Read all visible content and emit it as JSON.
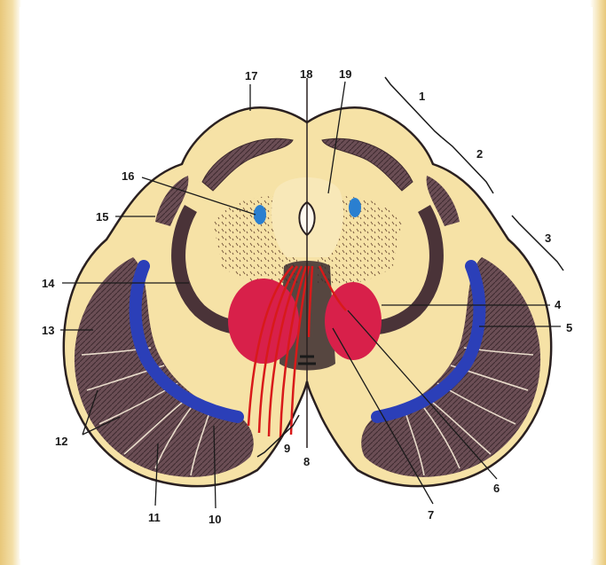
{
  "diagram": {
    "labels": [
      "1",
      "2",
      "3",
      "4",
      "5",
      "6",
      "7",
      "8",
      "9",
      "10",
      "11",
      "12",
      "13",
      "14",
      "15",
      "16",
      "17",
      "18",
      "19"
    ],
    "colors": {
      "background": "#f2dca0",
      "tissue": "#f6e2a6",
      "grey_matter": "#6b4e55",
      "dark_bands": "#4a3338",
      "dentate_blue": "#2b3fb8",
      "nucleus_red": "#d8204a",
      "fibers_red": "#d81a1a",
      "nucleus_blue": "#2a7fd0"
    }
  }
}
